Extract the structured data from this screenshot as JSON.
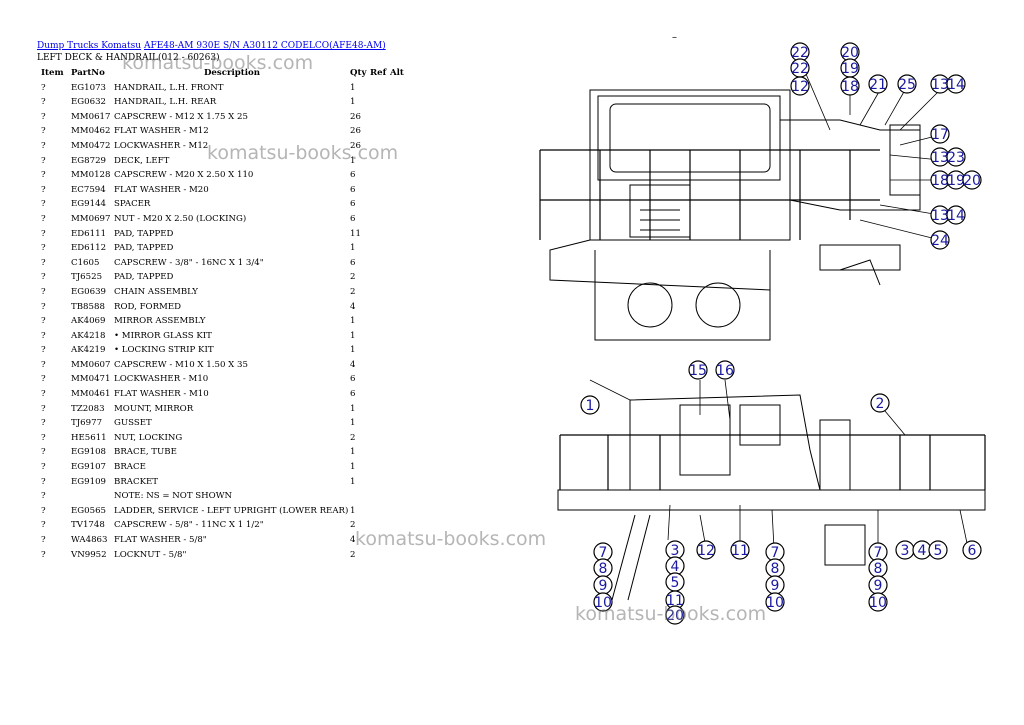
{
  "breadcrumb": {
    "link1": "Dump Trucks Komatsu",
    "link2": "AFE48-AM 930E S/N A30112 CODELCO(AFE48-AM)"
  },
  "subtitle": "LEFT DECK & HANDRAIL(012 - 60263)",
  "dash": "–",
  "table": {
    "headers": [
      "Item",
      "PartNo",
      "Description",
      "Qty",
      "Ref",
      "Alt"
    ],
    "rows": [
      [
        "?",
        "EG1073",
        "HANDRAIL, L.H. FRONT",
        "1"
      ],
      [
        "?",
        "EG0632",
        "HANDRAIL, L.H. REAR",
        "1"
      ],
      [
        "?",
        "MM0617",
        "CAPSCREW - M12 X 1.75 X 25",
        "26"
      ],
      [
        "?",
        "MM0462",
        "FLAT WASHER - M12",
        "26"
      ],
      [
        "?",
        "MM0472",
        "LOCKWASHER - M12",
        "26"
      ],
      [
        "?",
        "EG8729",
        "DECK, LEFT",
        "1"
      ],
      [
        "?",
        "MM0128",
        "CAPSCREW - M20 X 2.50 X 110",
        "6"
      ],
      [
        "?",
        "EC7594",
        "FLAT WASHER - M20",
        "6"
      ],
      [
        "?",
        "EG9144",
        "SPACER",
        "6"
      ],
      [
        "?",
        "MM0697",
        "NUT - M20 X 2.50 (LOCKING)",
        "6"
      ],
      [
        "?",
        "ED6111",
        "PAD, TAPPED",
        "11"
      ],
      [
        "?",
        "ED6112",
        "PAD, TAPPED",
        "1"
      ],
      [
        "?",
        "C1605",
        "CAPSCREW - 3/8\" - 16NC X 1 3/4\"",
        "6"
      ],
      [
        "?",
        "TJ6525",
        "PAD, TAPPED",
        "2"
      ],
      [
        "?",
        "EG0639",
        "CHAIN ASSEMBLY",
        "2"
      ],
      [
        "?",
        "TB8588",
        "ROD, FORMED",
        "4"
      ],
      [
        "?",
        "AK4069",
        "MIRROR ASSEMBLY",
        "1"
      ],
      [
        "?",
        "AK4218",
        "• MIRROR GLASS KIT",
        "1"
      ],
      [
        "?",
        "AK4219",
        "• LOCKING STRIP KIT",
        "1"
      ],
      [
        "?",
        "MM0607",
        "CAPSCREW - M10 X 1.50 X 35",
        "4"
      ],
      [
        "?",
        "MM0471",
        "LOCKWASHER - M10",
        "6"
      ],
      [
        "?",
        "MM0461",
        "FLAT WASHER - M10",
        "6"
      ],
      [
        "?",
        "TZ2083",
        "MOUNT, MIRROR",
        "1"
      ],
      [
        "?",
        "TJ6977",
        "GUSSET",
        "1"
      ],
      [
        "?",
        "HE5611",
        "NUT, LOCKING",
        "2"
      ],
      [
        "?",
        "EG9108",
        "BRACE, TUBE",
        "1"
      ],
      [
        "?",
        "EG9107",
        "BRACE",
        "1"
      ],
      [
        "?",
        "EG9109",
        "BRACKET",
        "1"
      ],
      [
        "?",
        "",
        "NOTE: NS = NOT SHOWN",
        ""
      ],
      [
        "?",
        "EG0565",
        "LADDER, SERVICE - LEFT UPRIGHT (LOWER REAR)",
        "1"
      ],
      [
        "?",
        "TV1748",
        "CAPSCREW - 5/8\" - 11NC X 1 1/2\"",
        "2"
      ],
      [
        "?",
        "WA4863",
        "FLAT WASHER - 5/8\"",
        "4"
      ],
      [
        "?",
        "VN9952",
        "LOCKNUT - 5/8\"",
        "2"
      ]
    ]
  },
  "watermark": "komatsu-books.com",
  "callouts_top": [
    "22",
    "20",
    "22",
    "19",
    "12",
    "18",
    "21",
    "25",
    "13",
    "14",
    "17",
    "13",
    "23",
    "18",
    "19",
    "20",
    "13",
    "14",
    "24"
  ],
  "callouts_bottom": [
    "15",
    "16",
    "1",
    "2",
    "7",
    "8",
    "9",
    "10",
    "3",
    "4",
    "5",
    "11",
    "20",
    "12",
    "11",
    "7",
    "8",
    "9",
    "10",
    "7",
    "8",
    "9",
    "10",
    "3",
    "4",
    "5",
    "6"
  ],
  "colors": {
    "link": "#0000ee",
    "callout": "#1a1aa0",
    "line": "#000000"
  }
}
